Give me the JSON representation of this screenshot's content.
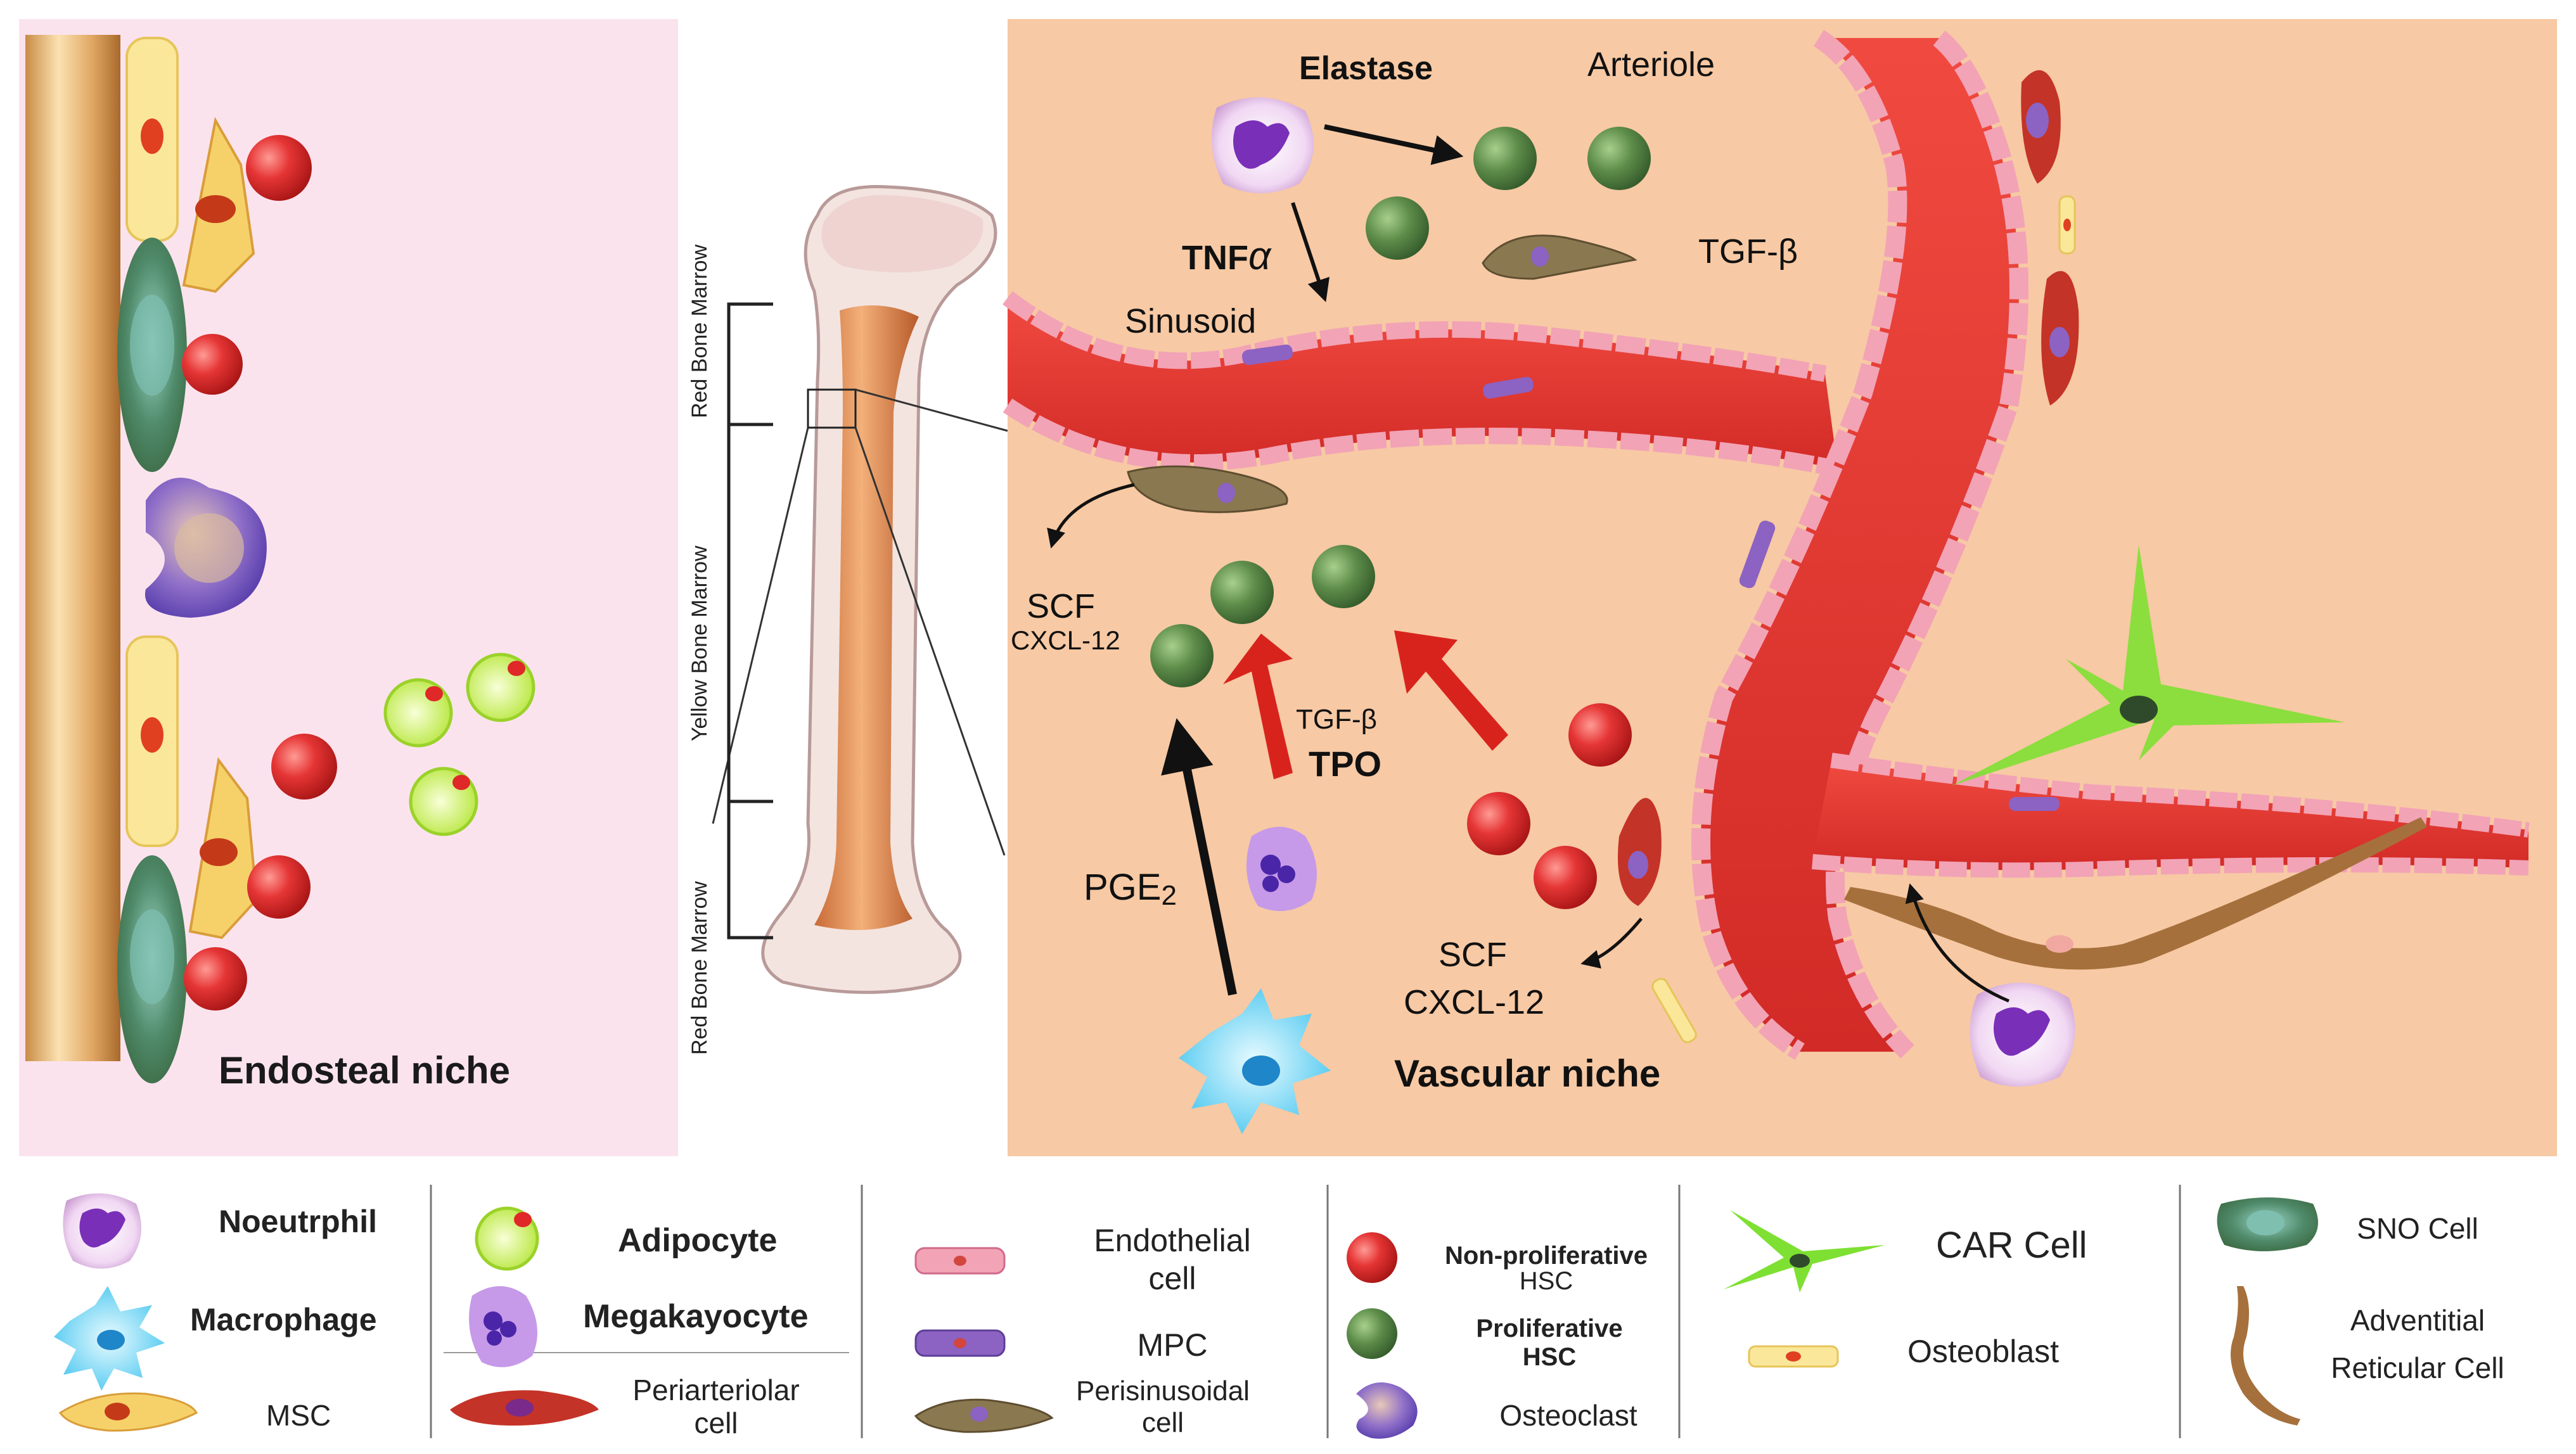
{
  "panels": {
    "endosteal_label": "Endosteal niche",
    "vascular_label": "Vascular niche"
  },
  "bone": {
    "region_top": "Red Bone Marrow",
    "region_middle": "Yellow Bone Marrow",
    "region_bottom": "Red Bone Marrow"
  },
  "vascular_labels": {
    "elastase": "Elastase",
    "arteriole": "Arteriole",
    "tnf": "TNF",
    "tnf_symbol": "α",
    "tgf_top": "TGF-β",
    "sinusoid": "Sinusoid",
    "scf_left": "SCF",
    "cxcl_left": "CXCL-12",
    "tgf_mid": "TGF-β",
    "tpo": "TPO",
    "pge": "PGE",
    "pge_sub": "2",
    "scf_right": "SCF",
    "cxcl_right": "CXCL-12"
  },
  "legend": {
    "neutrophil": "Noeutrphil",
    "macrophage": "Macrophage",
    "msc": "MSC",
    "adipocyte": "Adipocyte",
    "megakaryocyte": "Megakayocyte",
    "periarteriolar_1": "Periarteriolar",
    "periarteriolar_2": "cell",
    "endothelial_1": "Endothelial",
    "endothelial_2": "cell",
    "mpc": "MPC",
    "perisinusoidal_1": "Perisinusoidal",
    "perisinusoidal_2": "cell",
    "nonprolif_1": "Non-proliferative",
    "nonprolif_2": "HSC",
    "prolif_1": "Proliferative",
    "prolif_2": "HSC",
    "osteoclast": "Osteoclast",
    "car": "CAR Cell",
    "osteoblast": "Osteoblast",
    "sno": "SNO Cell",
    "adventitial_1": "Adventitial",
    "adventitial_2": "Reticular Cell"
  },
  "colors": {
    "endosteal_bg": "#fbe3ee",
    "vascular_bg": "#f7c9a4",
    "vessel": "#e53b36",
    "endothelium": "#f2a3b6",
    "hsc_nonprolif": "#e23a3a",
    "hsc_prolif": "#5d8f4e",
    "adipocyte": "#d8f27a",
    "arrow_red": "#d8231c",
    "arrow_black": "#111111"
  }
}
